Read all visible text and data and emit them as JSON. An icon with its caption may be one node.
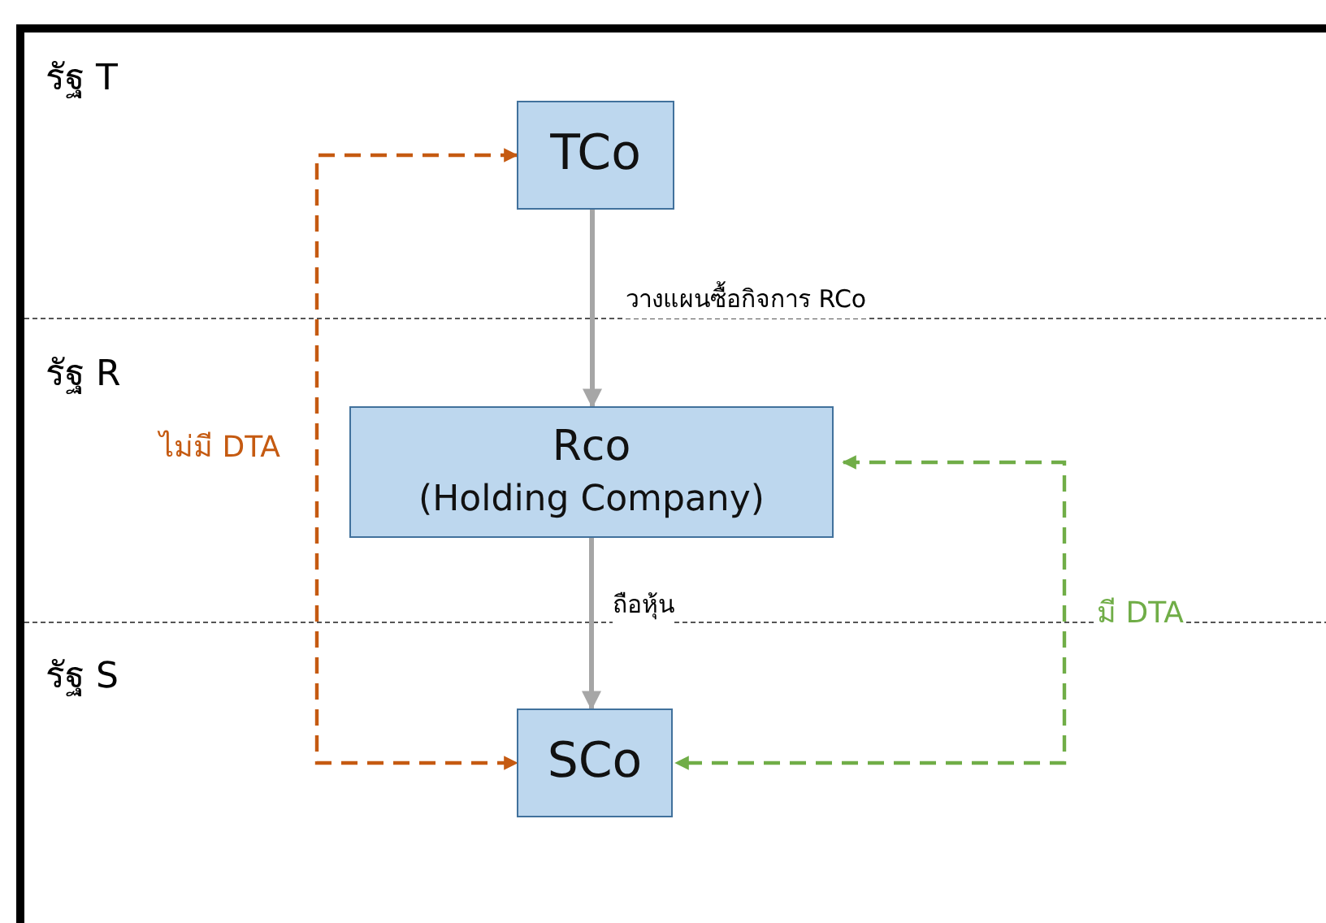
{
  "diagram": {
    "nodes": [
      {
        "text": [
          "TCo"
        ]
      },
      {
        "text": [
          "Rco",
          "(Holding Company)"
        ]
      },
      {
        "text": [
          "SCo"
        ]
      }
    ],
    "edges": [
      {
        "from": 0,
        "to": 1,
        "arrow": "to",
        "label": "วางแผนซื้อกิจการ RCo"
      },
      {
        "from": 1,
        "to": 2,
        "arrow": "to",
        "label": "ถือหุ้น"
      },
      {
        "from": 0,
        "to": 2,
        "arrow": "both",
        "label": "ไม่มี DTA",
        "style": "dashed",
        "color": "#c55a11"
      },
      {
        "from": 1,
        "to": 2,
        "arrow": "both",
        "label": "มี DTA",
        "style": "dashed",
        "color": "#70ad47"
      }
    ],
    "labels": [
      "รัฐ T",
      "รัฐ R",
      "รัฐ S"
    ]
  }
}
